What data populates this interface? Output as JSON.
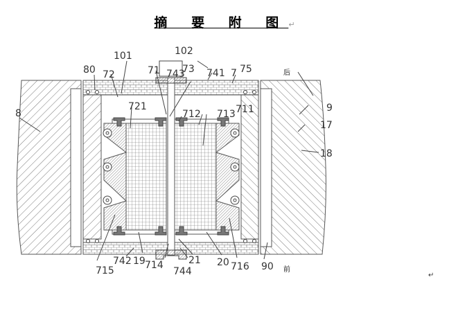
{
  "title": "摘 要 附 图",
  "paragraph_mark": "↵",
  "labels": {
    "l102": "102",
    "l101": "101",
    "l80": "80",
    "l72": "72",
    "l71": "71",
    "l743": "743",
    "l73": "73",
    "l741": "741",
    "l7": "7",
    "l75": "75",
    "lhou": "后",
    "l8": "8",
    "l721": "721",
    "l712": "712",
    "l713": "713",
    "l711": "711",
    "l9": "9",
    "l17": "17",
    "l18": "18",
    "l715": "715",
    "l742": "742",
    "l19": "19",
    "l714": "714",
    "l744": "744",
    "l21": "21",
    "l20": "20",
    "l716": "716",
    "l90": "90",
    "lqian": "前"
  }
}
